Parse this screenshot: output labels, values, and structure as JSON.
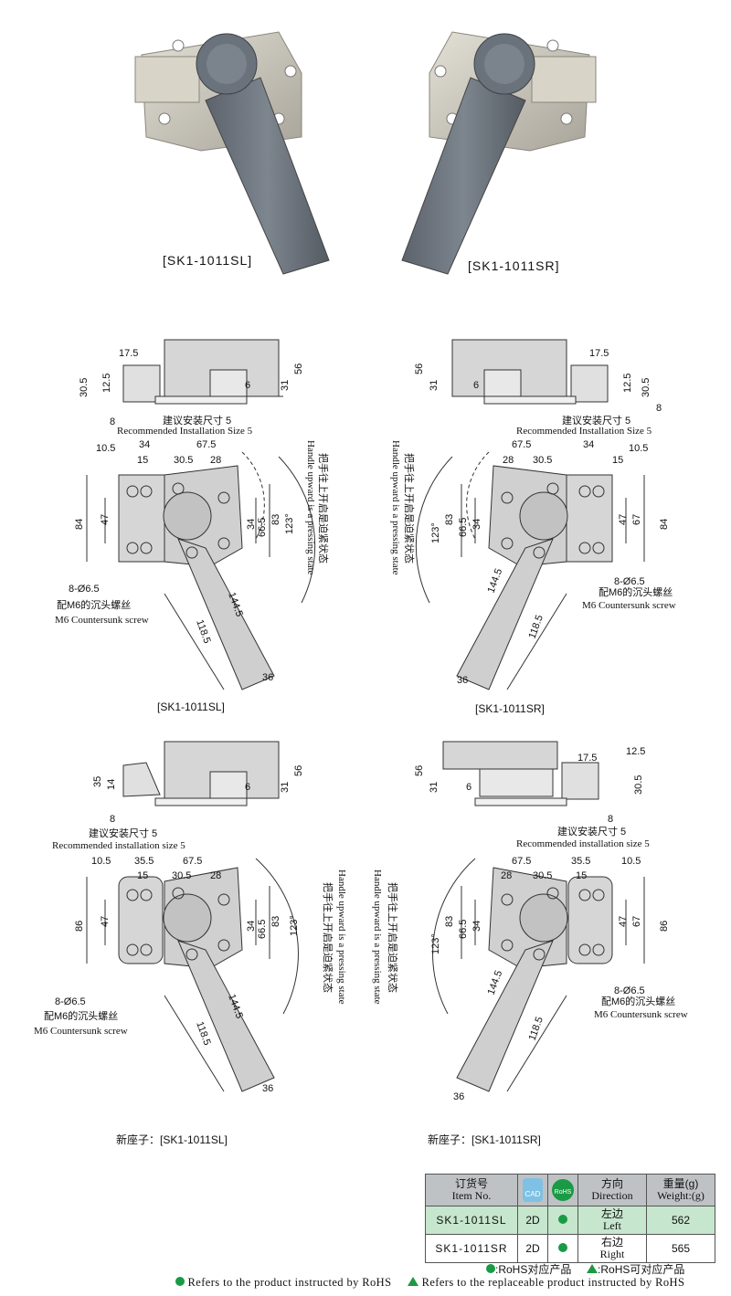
{
  "products": {
    "left_photo_label": "[SK1-1011SL]",
    "right_photo_label": "[SK1-1011SR]"
  },
  "drawings": {
    "d1_caption": "[SK1-1011SL]",
    "d2_caption": "[SK1-1011SR]",
    "d3_caption": "新座子：[SK1-1011SL]",
    "d4_caption": "新座子：[SK1-1011SR]",
    "install_cn": "建议安装尺寸 5",
    "install_en_1": "Recommended Installation Size  5",
    "install_en_2": "Recommended installation size  5",
    "handle_cn": "把手往上开启是迫紧状态",
    "handle_en": "Handle upward is a pressing state",
    "screw_spec": "8-Ø6.5",
    "screw_cn": "配M6的沉头螺丝",
    "screw_en": "M6 Countersunk screw",
    "angle": "123°",
    "dims_top": [
      "17.5",
      "30.5",
      "12.5",
      "8",
      "56",
      "31",
      "6"
    ],
    "dims_top_new": [
      "35",
      "14",
      "8",
      "56",
      "31",
      "6",
      "17.5",
      "12.5",
      "30.5"
    ],
    "dims_plan": [
      "10.5",
      "34",
      "67.5",
      "15",
      "30.5",
      "28",
      "84",
      "47",
      "34",
      "66.5",
      "83",
      "144.5",
      "118.5",
      "36"
    ],
    "dims_plan_new": [
      "10.5",
      "35.5",
      "67.5",
      "15",
      "30.5",
      "28",
      "86",
      "47",
      "34",
      "66.5",
      "83",
      "67",
      "144.5",
      "118.5",
      "36"
    ]
  },
  "table": {
    "headers": {
      "item_cn": "订货号",
      "item_en": "Item No.",
      "cad": "CAD",
      "rohs": "RoHS",
      "dir_cn": "方向",
      "dir_en": "Direction",
      "weight_cn": "重量(g)",
      "weight_en": "Weight:(g)"
    },
    "rows": [
      {
        "item": "SK1-1011SL",
        "cad": "2D",
        "dir_cn": "左边",
        "dir_en": "Left",
        "weight": "562"
      },
      {
        "item": "SK1-1011SR",
        "cad": "2D",
        "dir_cn": "右边",
        "dir_en": "Right",
        "weight": "565"
      }
    ],
    "legend_rohs": ":RoHS对应产品",
    "legend_replaceable": ":RoHS可对应产品"
  },
  "footer": {
    "rohs_en": "Refers to the product instructed by RoHS",
    "replaceable_en": "Refers to the replaceable product instructed by RoHS"
  },
  "colors": {
    "rohs_green": "#1a9a44",
    "highlight_row": "#c6e6cd",
    "header_gray": "#bfc2c4",
    "handle_gray": "#6e7680",
    "metal": "#c9c6bd"
  }
}
